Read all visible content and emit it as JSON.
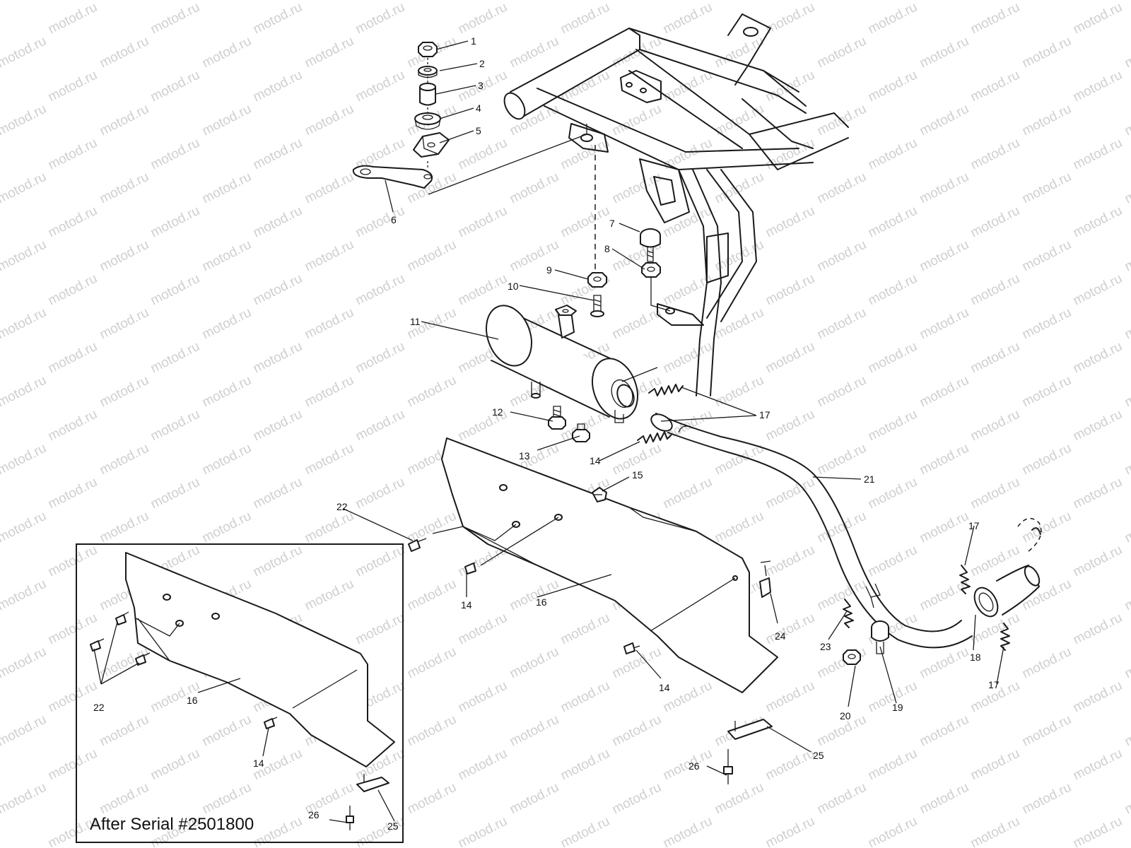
{
  "watermark": {
    "text": "motod.ru"
  },
  "inset": {
    "title": "After Serial #2501800"
  },
  "callouts": {
    "c1": "1",
    "c2": "2",
    "c3": "3",
    "c4": "4",
    "c5": "5",
    "c6": "6",
    "c7": "7",
    "c8": "8",
    "c9": "9",
    "c10": "10",
    "c11": "11",
    "c12": "12",
    "c13": "13",
    "c14a": "14",
    "c14b": "14",
    "c14c": "14",
    "c15": "15",
    "c16": "16",
    "c17a": "17",
    "c17b": "17",
    "c17c": "17",
    "c18": "18",
    "c19": "19",
    "c20": "20",
    "c21": "21",
    "c22": "22",
    "c23": "23",
    "c24": "24",
    "c25": "25",
    "c26": "26",
    "i14": "14",
    "i16": "16",
    "i22": "22",
    "i25": "25",
    "i26": "26"
  }
}
